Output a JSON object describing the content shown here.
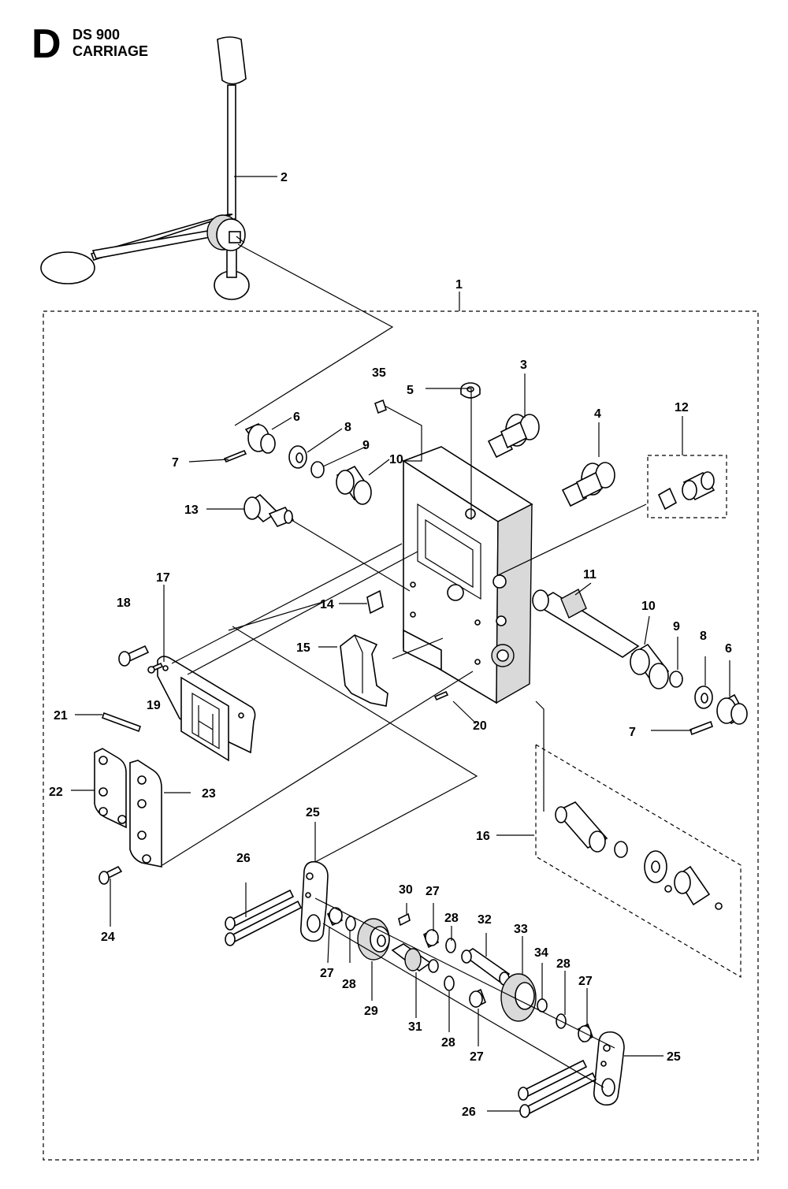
{
  "header": {
    "section_letter": "D",
    "model": "DS 900",
    "title": "CARRIAGE"
  },
  "callouts": [
    "1",
    "2",
    "3",
    "4",
    "5",
    "6",
    "7",
    "8",
    "9",
    "10",
    "11",
    "12",
    "13",
    "14",
    "15",
    "16",
    "17",
    "18",
    "19",
    "20",
    "21",
    "22",
    "23",
    "24",
    "25",
    "26",
    "27",
    "28",
    "29",
    "30",
    "31",
    "32",
    "33",
    "34",
    "35"
  ]
}
